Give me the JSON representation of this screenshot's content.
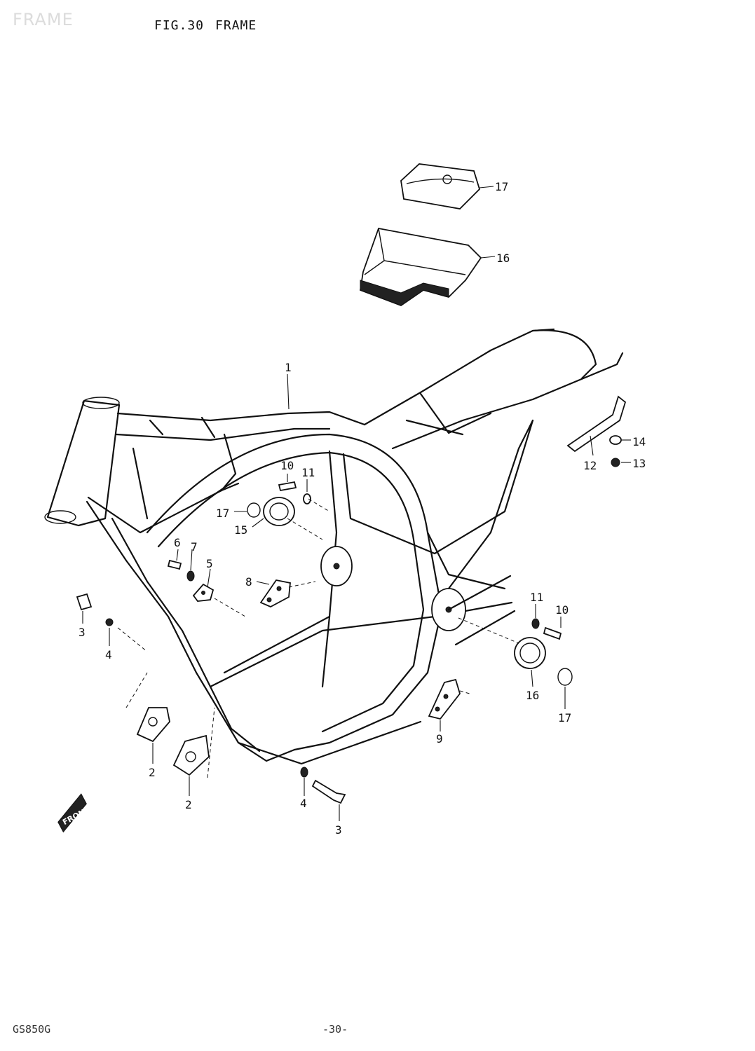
{
  "watermark": "FRAME",
  "header": {
    "fig_number": "FIG.30",
    "fig_name": "FRAME"
  },
  "footer": {
    "model": "GS850G",
    "page": "-30-"
  },
  "front_marker": "FRONT",
  "callouts": {
    "p1": "1",
    "p2a": "2",
    "p2b": "2",
    "p3a": "3",
    "p3b": "3",
    "p4a": "4",
    "p4b": "4",
    "p5": "5",
    "p6": "6",
    "p7": "7",
    "p8": "8",
    "p9": "9",
    "p10a": "10",
    "p10b": "10",
    "p11a": "11",
    "p11b": "11",
    "p12": "12",
    "p13": "13",
    "p14": "14",
    "p15": "15",
    "p16a": "16",
    "p16b": "16",
    "p17a": "17",
    "p17b": "17",
    "p17c": "17"
  }
}
